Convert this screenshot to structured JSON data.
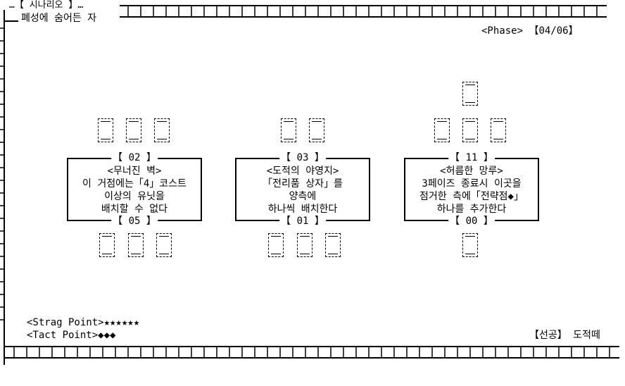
{
  "scenario": {
    "heading": "…【 시나리오 】…",
    "name": "폐성에 숨어든 자"
  },
  "phase": {
    "label": "<Phase>",
    "value": "【04/06】"
  },
  "locations": [
    {
      "top_number": "【 02 】",
      "title": "<무너진 벽>",
      "lines": [
        "이 거점에는「4」코스트",
        "이상의 유닛을",
        "배치할 수 없다"
      ],
      "bottom_number": "【 05 】",
      "slots_above": 3,
      "slots_below": 3
    },
    {
      "top_number": "【 03 】",
      "title": "<도적의 야영지>",
      "lines": [
        "「전리품 상자」를",
        "양측에",
        "하나씩 배치한다"
      ],
      "bottom_number": "【 01 】",
      "slots_above": 2,
      "slots_below": 3
    },
    {
      "top_number": "【 11 】",
      "title": "<허름한 망루>",
      "lines": [
        "3페이즈 종료시 이곳을",
        "점거한 측에「전략점◆」",
        "하나를 추가한다"
      ],
      "bottom_number": "【 00 】",
      "slots_above": 4,
      "slots_below": 1
    }
  ],
  "points": {
    "strag_label": "<Strag Point>",
    "strag_value": "★★★★★★",
    "tact_label": "<Tact Point>",
    "tact_value": "◆◆◆"
  },
  "turn": {
    "label": "【선공】",
    "value": "도적떼"
  }
}
